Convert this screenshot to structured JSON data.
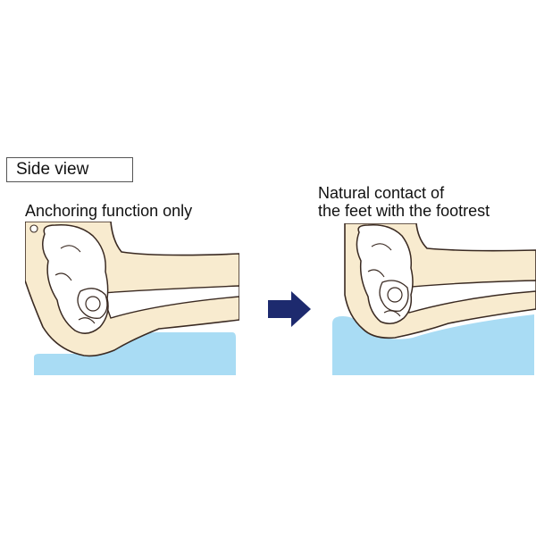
{
  "section_label": "Side view",
  "left_panel": {
    "caption": "Anchoring function only"
  },
  "right_panel": {
    "caption_lines": [
      "Natural contact of",
      "the feet with the footrest"
    ]
  },
  "colors": {
    "skin": "#f8ebcf",
    "outline": "#3a2a22",
    "bone": "#ffffff",
    "cushion": "#a9dcf4",
    "arrow": "#1d2a6e"
  }
}
